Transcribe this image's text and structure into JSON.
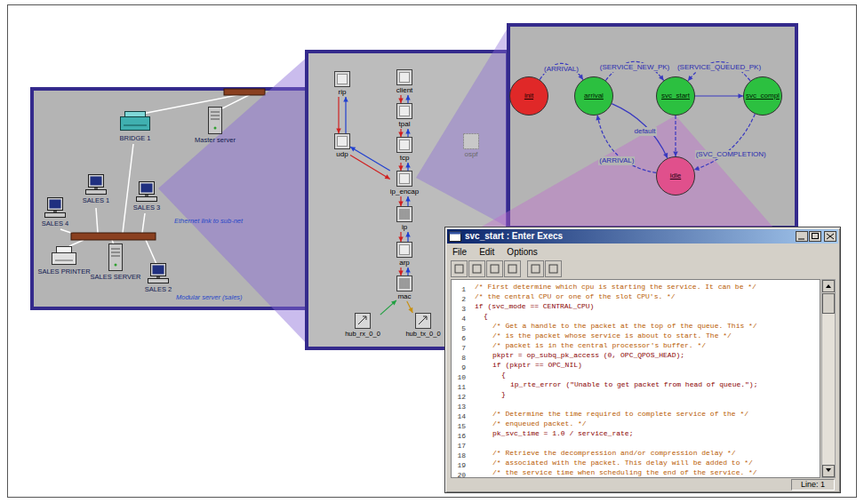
{
  "diagram": {
    "nodes": [
      {
        "text": [
          "BRIDGE 1"
        ]
      },
      {
        "text": [
          "Master server"
        ]
      },
      {
        "text": [
          "SALES 1"
        ]
      },
      {
        "text": [
          "SALES 3"
        ]
      },
      {
        "text": [
          "SALES 4"
        ]
      },
      {
        "text": [
          "SALES PRINTER"
        ]
      },
      {
        "text": [
          "SALES SERVER"
        ]
      },
      {
        "text": [
          "SALES 2"
        ]
      },
      {
        "text": [
          "rip"
        ]
      },
      {
        "text": [
          "client"
        ]
      },
      {
        "text": [
          "tpal"
        ]
      },
      {
        "text": [
          "udp"
        ]
      },
      {
        "text": [
          "tcp"
        ]
      },
      {
        "text": [
          "ospf"
        ]
      },
      {
        "text": [
          "ip_encap"
        ]
      },
      {
        "text": [
          "ip"
        ]
      },
      {
        "text": [
          "arp"
        ]
      },
      {
        "text": [
          "mac"
        ]
      },
      {
        "text": [
          "hub_rx_0_0"
        ]
      },
      {
        "text": [
          "hub_tx_0_0"
        ]
      },
      {
        "text": [
          "init"
        ]
      },
      {
        "text": [
          "arrival"
        ]
      },
      {
        "text": [
          "svc_start"
        ]
      },
      {
        "text": [
          "svc_compl"
        ]
      },
      {
        "text": [
          "idle"
        ]
      },
      {
        "text": [
          "svc_start : Enter Execs",
          "File",
          "Edit",
          "Options",
          "1",
          "/* First determine which cpu is starting the service. It can be */",
          "2",
          "/* the central CPU or one of the slot CPU's. */",
          "3",
          "if (svc_mode == CENTRAL_CPU)",
          "4",
          "{",
          "5",
          "/* Get a handle to the packet at the top of the queue. This */",
          "6",
          "/* is the packet whose service is about to start. The */",
          "7",
          "/* packet is in the central processor's buffer. */",
          "8",
          "pkptr = op_subq_pk_access (0, OPC_QPOS_HEAD);",
          "9",
          "if (pkptr == OPC_NIL)",
          "10",
          "{",
          "11",
          "ip_rte_error (\"Unable to get packet from head of queue.\");",
          "12",
          "}",
          "13",
          "14",
          "/* Determine the time required to complete service of the */",
          "15",
          "/* enqueued packet. */",
          "16",
          "pk_svc_time = 1.0 / service_rate;",
          "17",
          "18",
          "/* Retrieve the decompression and/or compression delay */",
          "19",
          "/* associated with the packet. This delay will be added to */",
          "20",
          "/* the service time when scheduling the end of the service. */",
          "Line: 1"
        ]
      }
    ],
    "edges": [
      {
        "from": 9,
        "to": 10,
        "arrow": "to"
      },
      {
        "from": 10,
        "to": 9,
        "arrow": "to"
      },
      {
        "from": 10,
        "to": 12,
        "arrow": "to"
      },
      {
        "from": 12,
        "to": 10,
        "arrow": "to"
      },
      {
        "from": 12,
        "to": 14,
        "arrow": "to"
      },
      {
        "from": 14,
        "to": 12,
        "arrow": "to"
      },
      {
        "from": 14,
        "to": 15,
        "arrow": "to"
      },
      {
        "from": 15,
        "to": 14,
        "arrow": "to"
      },
      {
        "from": 15,
        "to": 16,
        "arrow": "to"
      },
      {
        "from": 16,
        "to": 15,
        "arrow": "to"
      },
      {
        "from": 16,
        "to": 17,
        "arrow": "to"
      },
      {
        "from": 17,
        "to": 16,
        "arrow": "to"
      },
      {
        "from": 17,
        "to": 19,
        "arrow": "to"
      },
      {
        "from": 18,
        "to": 17,
        "arrow": "to"
      },
      {
        "from": 8,
        "to": 11,
        "arrow": "to"
      },
      {
        "from": 11,
        "to": 8,
        "arrow": "to"
      },
      {
        "from": 11,
        "to": 14,
        "arrow": "to"
      },
      {
        "from": 14,
        "to": 11,
        "arrow": "to"
      },
      {
        "from": 20,
        "to": 21,
        "label": "(ARRIVAL)",
        "arrow": "to"
      },
      {
        "from": 21,
        "to": 22,
        "label": "(SERVICE_NEW_PK)",
        "arrow": "to"
      },
      {
        "from": 23,
        "to": 22,
        "label": "(SERVICE_QUEUED_PK)",
        "arrow": "to"
      },
      {
        "from": 22,
        "to": 23,
        "arrow": "to"
      },
      {
        "from": 21,
        "to": 24,
        "label": "default",
        "arrow": "to"
      },
      {
        "from": 24,
        "to": 21,
        "label": "(ARRIVAL)",
        "arrow": "to"
      },
      {
        "from": 23,
        "to": 24,
        "label": "(SVC_COMPLETION)",
        "arrow": "to"
      },
      {
        "from": 22,
        "to": 24,
        "arrow": "to"
      }
    ],
    "labels": [
      "Ethernet link to sub-net",
      "Modular server (sales)"
    ]
  }
}
